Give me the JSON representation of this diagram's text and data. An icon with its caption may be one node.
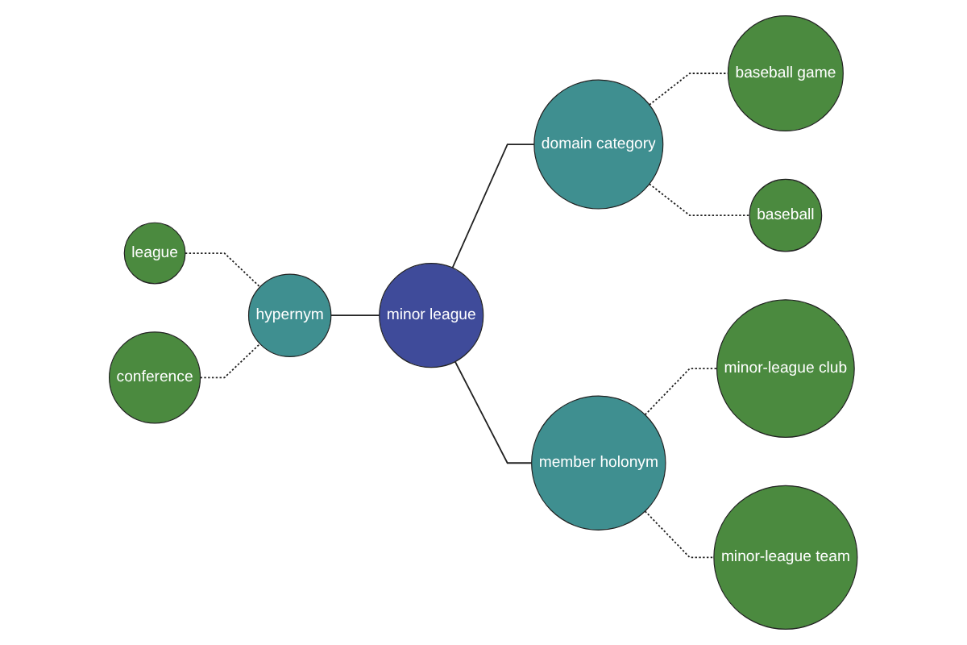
{
  "diagram": {
    "nodes": [
      {
        "text": [
          "minor league"
        ]
      },
      {
        "text": [
          "hypernym"
        ]
      },
      {
        "text": [
          "league"
        ]
      },
      {
        "text": [
          "conference"
        ]
      },
      {
        "text": [
          "domain category"
        ]
      },
      {
        "text": [
          "baseball game"
        ]
      },
      {
        "text": [
          "baseball"
        ]
      },
      {
        "text": [
          "member holonym"
        ]
      },
      {
        "text": [
          "minor-league club"
        ]
      },
      {
        "text": [
          "minor-league team"
        ]
      }
    ],
    "edges": [
      {
        "from": 1,
        "to": 0,
        "arrow": "none"
      },
      {
        "from": 0,
        "to": 4,
        "arrow": "none"
      },
      {
        "from": 0,
        "to": 7,
        "arrow": "none"
      },
      {
        "from": 2,
        "to": 1,
        "arrow": "none",
        "style": "dashed"
      },
      {
        "from": 3,
        "to": 1,
        "arrow": "none",
        "style": "dashed"
      },
      {
        "from": 4,
        "to": 5,
        "arrow": "none",
        "style": "dashed"
      },
      {
        "from": 4,
        "to": 6,
        "arrow": "none",
        "style": "dashed"
      },
      {
        "from": 7,
        "to": 8,
        "arrow": "none",
        "style": "dashed"
      },
      {
        "from": 7,
        "to": 9,
        "arrow": "none",
        "style": "dashed"
      }
    ]
  }
}
